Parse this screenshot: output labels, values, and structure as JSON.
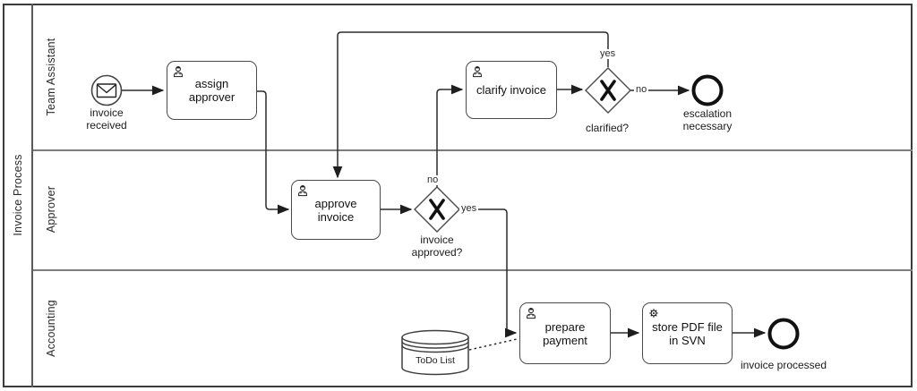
{
  "process": {
    "pool_label": "Invoice Process",
    "lanes": [
      {
        "label": "Team Assistant"
      },
      {
        "label": "Approver"
      },
      {
        "label": "Accounting"
      }
    ],
    "start_event": {
      "label": "invoice\nreceived",
      "icon": "envelope-message-icon"
    },
    "tasks": {
      "assign_approver": {
        "label": "assign\napprover",
        "icon": "user-icon"
      },
      "clarify_invoice": {
        "label": "clarify invoice",
        "icon": "user-icon"
      },
      "approve_invoice": {
        "label": "approve\ninvoice",
        "icon": "user-icon"
      },
      "prepare_payment": {
        "label": "prepare\npayment",
        "icon": "user-icon"
      },
      "store_pdf": {
        "label": "store PDF file\nin SVN",
        "icon": "gear-icon"
      }
    },
    "gateways": {
      "clarified": {
        "label": "clarified?",
        "marker": "x-exclusive-icon",
        "yes_label": "yes",
        "no_label": "no"
      },
      "invoice_approved": {
        "label": "invoice\napproved?",
        "marker": "x-exclusive-icon",
        "yes_label": "yes",
        "no_label": "no"
      }
    },
    "end_events": {
      "escalation": {
        "label": "escalation\nnecessary"
      },
      "processed": {
        "label": "invoice processed"
      }
    },
    "data_store": {
      "label": "ToDo List",
      "icon": "database-cylinder-icon"
    },
    "colors": {
      "background": "#ffffff",
      "line": "#2b2b2b",
      "lane_border": "#7d7d7d",
      "shape_border": "#4a4a4a"
    }
  }
}
